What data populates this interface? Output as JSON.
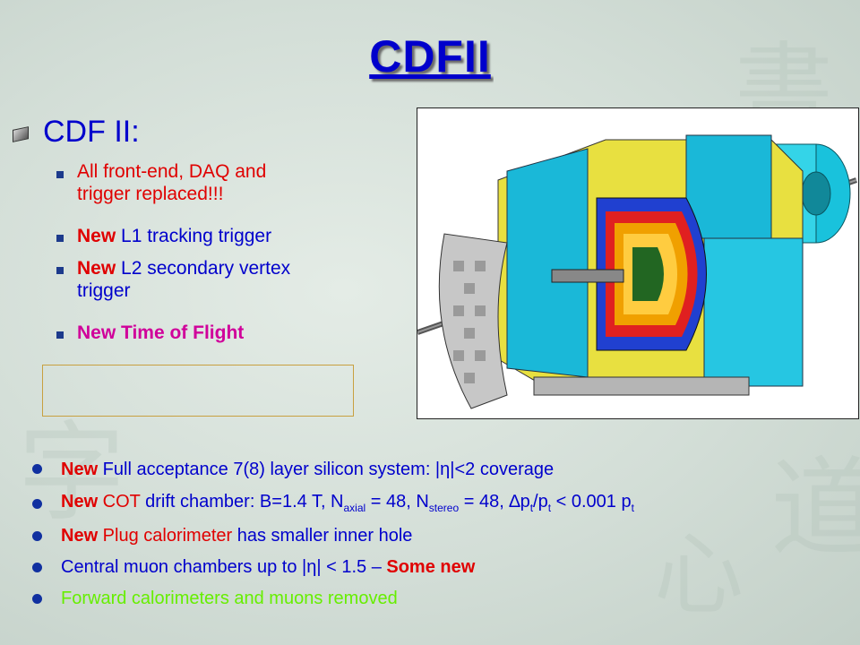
{
  "slide": {
    "title": "CDFII",
    "heading": "CDF II:",
    "sub_bullets": [
      {
        "line1": " All front-end, DAQ and",
        "line2": "trigger replaced!!!"
      },
      {
        "prefix": " New",
        "rest": " L1 tracking trigger"
      },
      {
        "prefix": " New",
        "rest": " L2 secondary vertex",
        "line2": "trigger"
      },
      {
        "text": " New Time of Flight"
      }
    ],
    "bottom_bullets": [
      {
        "prefix": "New",
        "text": " Full acceptance 7(8) layer silicon system: |",
        "sym": "η",
        "tail": "|<2 coverage"
      },
      {
        "prefix": "New",
        "text_a": " COT",
        "text_b": " drift chamber: B=1.4 T, N",
        "sub1": "axial",
        "text_c": " = 48, N",
        "sub2": "stereo",
        "text_d": " = 48, ",
        "delta": "∆",
        "text_e": "p",
        "sub3": "t",
        "text_f": "/p",
        "sub4": "t",
        "text_g": " < 0.001 p",
        "sub5": "t"
      },
      {
        "prefix": "New",
        "text_a": " Plug calorimeter",
        "text_b": " has smaller inner hole"
      },
      {
        "text": "Central muon chambers up to |",
        "sym": "η",
        "tail": "| < 1.5 – ",
        "emph": "Some new"
      },
      {
        "text": "Forward calorimeters and muons removed"
      }
    ]
  },
  "colors": {
    "title": "#0000cc",
    "body": "#0000cc",
    "emphasis_red": "#e00000",
    "emphasis_magenta": "#d0009a",
    "emphasis_green": "#66ee00"
  },
  "images": {
    "detector": "cdf-detector-cutaway-icon"
  }
}
